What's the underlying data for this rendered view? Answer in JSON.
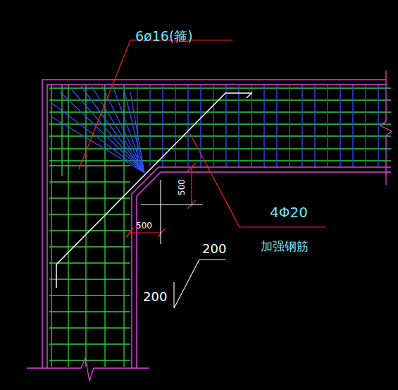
{
  "diagram": {
    "labels": [
      "6ø16(箍)",
      "4Φ20",
      "加强钢筋",
      "500",
      "500",
      "200",
      "200"
    ]
  }
}
